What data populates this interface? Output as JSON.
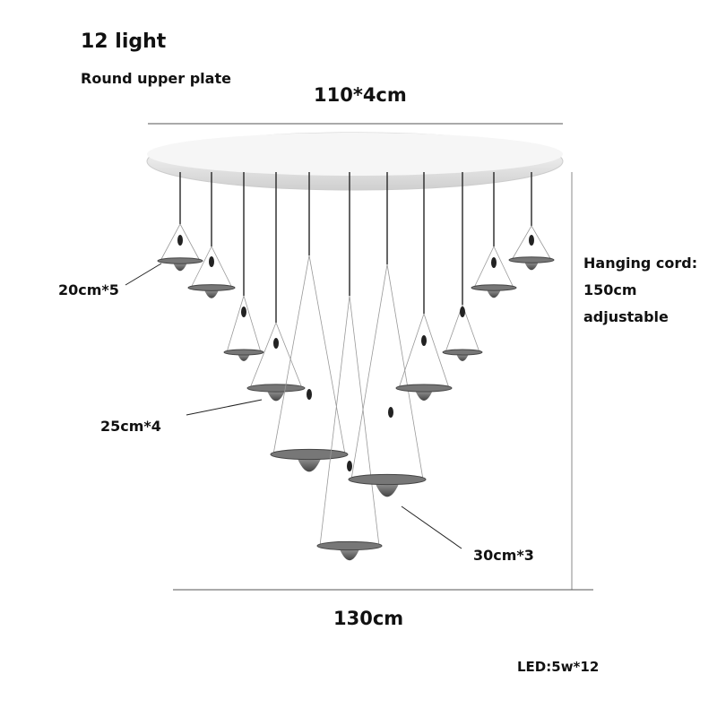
{
  "title": "12 light",
  "subtitle": "Round upper plate",
  "plate_size": "110*4cm",
  "hanging_cord": {
    "line1": "Hanging cord:",
    "line2": "150cm",
    "line3": "adjustable"
  },
  "small_label": "20cm*5",
  "medium_label": "25cm*4",
  "large_label": "30cm*3",
  "total_width": "130cm",
  "led": "LED:5w*12"
}
